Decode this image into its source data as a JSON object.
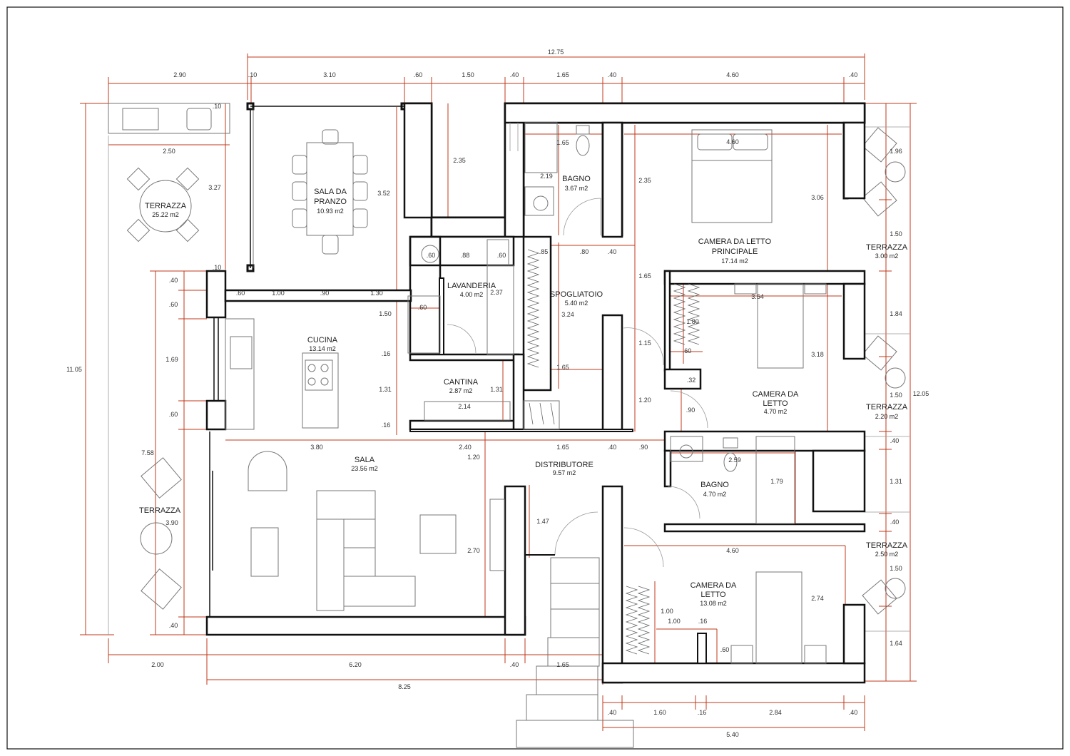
{
  "rooms": {
    "sala_da_pranzo": {
      "name_1": "SALA DA",
      "name_2": "PRANZO",
      "area": "10.93 m2"
    },
    "terrazza_nw": {
      "name": "TERRAZZA",
      "area": "25.22 m2"
    },
    "bagno_1": {
      "name": "BAGNO",
      "area": "3.67 m2"
    },
    "camera_principale": {
      "name_1": "CAMERA DA LETTO",
      "name_2": "PRINCIPALE",
      "area": "17.14 m2"
    },
    "terrazza_e1": {
      "name": "TERRAZZA",
      "area": "3.00 m2"
    },
    "lavanderia": {
      "name": "LAVANDERIA",
      "area": "4.00 m2"
    },
    "spogliatoio": {
      "name": "SPOGLIATOIO",
      "area": "5.40 m2"
    },
    "cucina": {
      "name": "CUCINA",
      "area": "13.14 m2"
    },
    "cantina": {
      "name": "CANTINA",
      "area": "2.87 m2"
    },
    "camera_2": {
      "name_1": "CAMERA DA",
      "name_2": "LETTO",
      "area": "4.70 m2"
    },
    "terrazza_e2": {
      "name": "TERRAZZA",
      "area": "2.20 m2"
    },
    "sala": {
      "name": "SALA",
      "area": "23.56 m2"
    },
    "distributore": {
      "name": "DISTRIBUTORE",
      "area": "9.57 m2"
    },
    "bagno_2": {
      "name": "BAGNO",
      "area": "4.70 m2"
    },
    "terrazza_w": {
      "name": "TERRAZZA"
    },
    "terrazza_e3": {
      "name": "TERRAZZA",
      "area": "2.50 m2"
    },
    "camera_3": {
      "name_1": "CAMERA DA",
      "name_2": "LETTO",
      "area": "13.08 m2"
    }
  },
  "dimensions": {
    "total_top": "12.75",
    "top_row": [
      ".10",
      "3.10",
      ".60",
      "1.50",
      ".40",
      "1.65",
      ".40",
      "4.60",
      ".40"
    ],
    "terrace_top": "2.90",
    "terrace_width": "2.50",
    "terrace_depth": "3.27",
    "dining_small_top": ".10",
    "dining_small_bottom": ".10",
    "dining_height": "3.52",
    "court_depth": "2.35",
    "bath1_w": "1.65",
    "bath1_h": "2.19",
    "master_w": "4.60",
    "master_h": "2.35",
    "master_side": "3.06",
    "closet_row": [
      ".85",
      ".80",
      ".40"
    ],
    "laundry_row": [
      ".60",
      ".88",
      ".60"
    ],
    "laundry_h": "2.37",
    "spog_h": "3.24",
    "spog_w": "1.65",
    "master_lower": "1.65",
    "kitchen_row": [
      ".60",
      "1.00",
      ".90",
      "1.30"
    ],
    "kitchen_small": ".60",
    "kitchen_h": "1.50",
    "kitchen_16a": ".16",
    "kitchen_16b": ".16",
    "cantina_h": "1.31",
    "cantina_h2": "1.31",
    "cantina_w": "2.14",
    "room2_w": "3.54",
    "room2_closet": "1.80",
    "room2_60": ".60",
    "room2_32": ".32",
    "room2_90": ".90",
    "room2_h": "3.18",
    "d_115": "1.15",
    "d_120": "1.20",
    "west_col": [
      ".40",
      ".60",
      "1.69",
      ".60"
    ],
    "west_total": "11.05",
    "west_758": "7.58",
    "west_390": "3.90",
    "west_40b": ".40",
    "mid_row": [
      "3.80",
      "2.40",
      "1.65",
      ".40",
      ".90"
    ],
    "sala_120": "1.20",
    "sala_270": "2.70",
    "dist_147": "1.47",
    "bath2_w": "2.59",
    "bath2_h": "1.79",
    "room3_w": "4.60",
    "room3_h": "2.74",
    "room3_100a": "1.00",
    "room3_100b": "1.00",
    "room3_16": ".16",
    "room3_60": ".60",
    "east_col": [
      "1.96",
      "1.50",
      "1.84",
      "1.50",
      ".40",
      "1.31",
      ".40",
      "1.50",
      "1.64"
    ],
    "east_total": "12.05",
    "bottom_row1": [
      "2.00",
      "6.20",
      ".40",
      "1.65"
    ],
    "bottom_825": "8.25",
    "bottom_row2": [
      ".40",
      "1.60",
      ".16",
      "2.84",
      ".40"
    ],
    "bottom_540": "5.40"
  }
}
